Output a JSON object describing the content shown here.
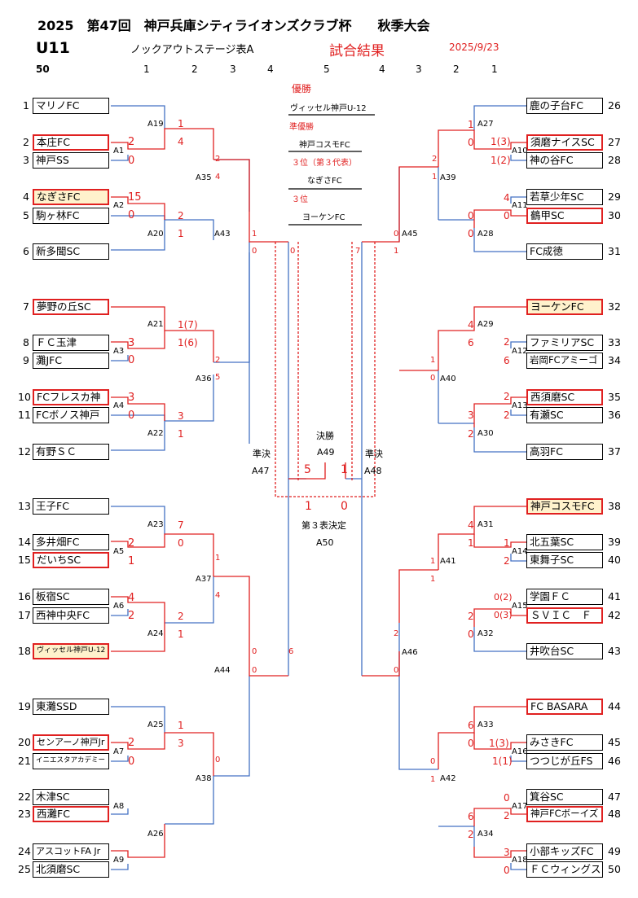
{
  "header": {
    "title": "2025　第47回　神戸兵庫シティライオンズクラブ杯　　秋季大会",
    "category": "U11",
    "stage": "ノックアウトステージ表A",
    "result_label": "試合結果",
    "date": "2025/9/23"
  },
  "rounds": {
    "total": "50",
    "left": [
      "1",
      "2",
      "3",
      "4"
    ],
    "center": "5",
    "right": [
      "4",
      "3",
      "2",
      "1"
    ]
  },
  "teams_left": [
    {
      "n": "1",
      "name": "マリノFC"
    },
    {
      "n": "2",
      "name": "本庄FC"
    },
    {
      "n": "3",
      "name": "神戸SS"
    },
    {
      "n": "4",
      "name": "なぎさFC"
    },
    {
      "n": "5",
      "name": "駒ヶ林FC"
    },
    {
      "n": "6",
      "name": "新多聞SC"
    },
    {
      "n": "7",
      "name": "夢野の丘SC"
    },
    {
      "n": "8",
      "name": "ＦＣ玉津"
    },
    {
      "n": "9",
      "name": "灘JFC"
    },
    {
      "n": "10",
      "name": "FCフレスカ神戸"
    },
    {
      "n": "11",
      "name": "FCボノス神戸"
    },
    {
      "n": "12",
      "name": "有野ＳＣ"
    },
    {
      "n": "13",
      "name": "王子FC"
    },
    {
      "n": "14",
      "name": "多井畑FC"
    },
    {
      "n": "15",
      "name": "だいちSC"
    },
    {
      "n": "16",
      "name": "板宿SC"
    },
    {
      "n": "17",
      "name": "西神中央FC"
    },
    {
      "n": "18",
      "name": "ヴィッセル神戸U-12"
    },
    {
      "n": "19",
      "name": "東灘SSD"
    },
    {
      "n": "20",
      "name": "センアーノ神戸Jr"
    },
    {
      "n": "21",
      "name": "イニエスタアカデミー"
    },
    {
      "n": "22",
      "name": "木津SC"
    },
    {
      "n": "23",
      "name": "西灘FC"
    },
    {
      "n": "24",
      "name": "アスコットFA Jr"
    },
    {
      "n": "25",
      "name": "北須磨SC"
    }
  ],
  "teams_right": [
    {
      "n": "26",
      "name": "鹿の子台FC"
    },
    {
      "n": "27",
      "name": "須磨ナイスSC"
    },
    {
      "n": "28",
      "name": "神の谷FC"
    },
    {
      "n": "29",
      "name": "若草少年SC"
    },
    {
      "n": "30",
      "name": "鶴甲SC"
    },
    {
      "n": "31",
      "name": "FC成徳"
    },
    {
      "n": "32",
      "name": "ヨーケンFC"
    },
    {
      "n": "33",
      "name": "ファミリアSC"
    },
    {
      "n": "34",
      "name": "岩岡FCアミーゴ"
    },
    {
      "n": "35",
      "name": "西須磨SC"
    },
    {
      "n": "36",
      "name": "有瀬SC"
    },
    {
      "n": "37",
      "name": "高羽FC"
    },
    {
      "n": "38",
      "name": "神戸コスモFC"
    },
    {
      "n": "39",
      "name": "北五葉SC"
    },
    {
      "n": "40",
      "name": "東舞子SC"
    },
    {
      "n": "41",
      "name": "学園ＦＣ"
    },
    {
      "n": "42",
      "name": "ＳＶＩＣ　ＦＡ"
    },
    {
      "n": "43",
      "name": "井吹台SC"
    },
    {
      "n": "44",
      "name": "FC BASARA"
    },
    {
      "n": "45",
      "name": "みさきFC"
    },
    {
      "n": "46",
      "name": "つつじが丘FS"
    },
    {
      "n": "47",
      "name": "箕谷SC"
    },
    {
      "n": "48",
      "name": "神戸FCボーイズ"
    },
    {
      "n": "49",
      "name": "小部キッズFC"
    },
    {
      "n": "50",
      "name": "ＦＣウィングス"
    }
  ],
  "results": {
    "champion_label": "優勝",
    "champion": "ヴィッセル神戸U-12",
    "runner_up_label": "準優勝",
    "runner_up": "神戸コスモFC",
    "third_rep_label": "３位（第３代表）",
    "third_rep": "なぎさFC",
    "third_label": "３位",
    "third": "ヨーケンFC"
  },
  "final": {
    "label": "決勝",
    "match": "A49",
    "semi_label_left": "準決",
    "semi_label_right": "準決",
    "semi_left": "A47",
    "semi_right": "A48",
    "score_left": "5",
    "score_right": "1",
    "third_score_left": "1",
    "third_score_right": "0",
    "third_label": "第３表決定",
    "third_match": "A50"
  },
  "matches": [
    "A19",
    "A1",
    "A35",
    "A2",
    "A20",
    "A43",
    "A21",
    "A3",
    "A36",
    "A4",
    "A22",
    "A23",
    "A5",
    "A37",
    "A6",
    "A24",
    "A44",
    "A25",
    "A7",
    "A38",
    "A8",
    "A26",
    "A9",
    "A27",
    "A10",
    "A39",
    "A11",
    "A28",
    "A45",
    "A29",
    "A12",
    "A40",
    "A13",
    "A30",
    "A31",
    "A14",
    "A41",
    "A15",
    "A32",
    "A46",
    "A33",
    "A16",
    "A42",
    "A17",
    "A34",
    "A18"
  ],
  "scores": [
    "1",
    "2",
    "4",
    "0",
    "2",
    "4",
    "15",
    "0",
    "2",
    "1",
    "1",
    "0",
    "0",
    "1(7)",
    "1(6)",
    "3",
    "0",
    "2",
    "5",
    "3",
    "0",
    "3",
    "1",
    "1",
    "0",
    "2",
    "1",
    "0",
    "0",
    "7",
    "1",
    "4",
    "6",
    "1",
    "0",
    "2",
    "6",
    "2",
    "2",
    "1(3)",
    "1(2)",
    "3",
    "2",
    "0",
    "2",
    "4",
    "0",
    "1",
    "4",
    "0",
    "0",
    "6",
    "7",
    "0",
    "2",
    "1",
    "4",
    "2",
    "2",
    "1",
    "2",
    "1",
    "1",
    "4",
    "1",
    "1",
    "2",
    "1",
    "0",
    "0(2)",
    "0(3)",
    "2",
    "0",
    "2",
    "0",
    "3",
    "6",
    "0",
    "1(3)",
    "1(1)",
    "0",
    "1",
    "0",
    "2",
    "6",
    "2",
    "3",
    "0"
  ]
}
